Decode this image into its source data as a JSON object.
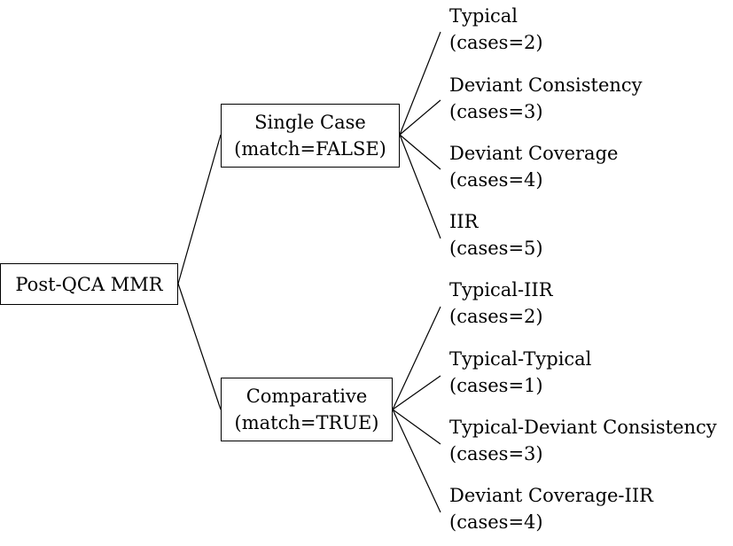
{
  "colors": {
    "line": "#000000",
    "box_border": "#000000",
    "background": "#ffffff",
    "text": "#000000"
  },
  "root": {
    "label": "Post-QCA MMR"
  },
  "branches": [
    {
      "line1": "Single Case",
      "line2": "(match=FALSE)",
      "leaves": [
        {
          "name": "Typical",
          "count": "(cases=2)"
        },
        {
          "name": "Deviant Consistency",
          "count": "(cases=3)"
        },
        {
          "name": "Deviant Coverage",
          "count": "(cases=4)"
        },
        {
          "name": "IIR",
          "count": "(cases=5)"
        }
      ]
    },
    {
      "line1": "Comparative",
      "line2": "(match=TRUE)",
      "leaves": [
        {
          "name": "Typical-IIR",
          "count": "(cases=2)"
        },
        {
          "name": "Typical-Typical",
          "count": "(cases=1)"
        },
        {
          "name": "Typical-Deviant Consistency",
          "count": "(cases=3)"
        },
        {
          "name": "Deviant Coverage-IIR",
          "count": "(cases=4)"
        }
      ]
    }
  ]
}
